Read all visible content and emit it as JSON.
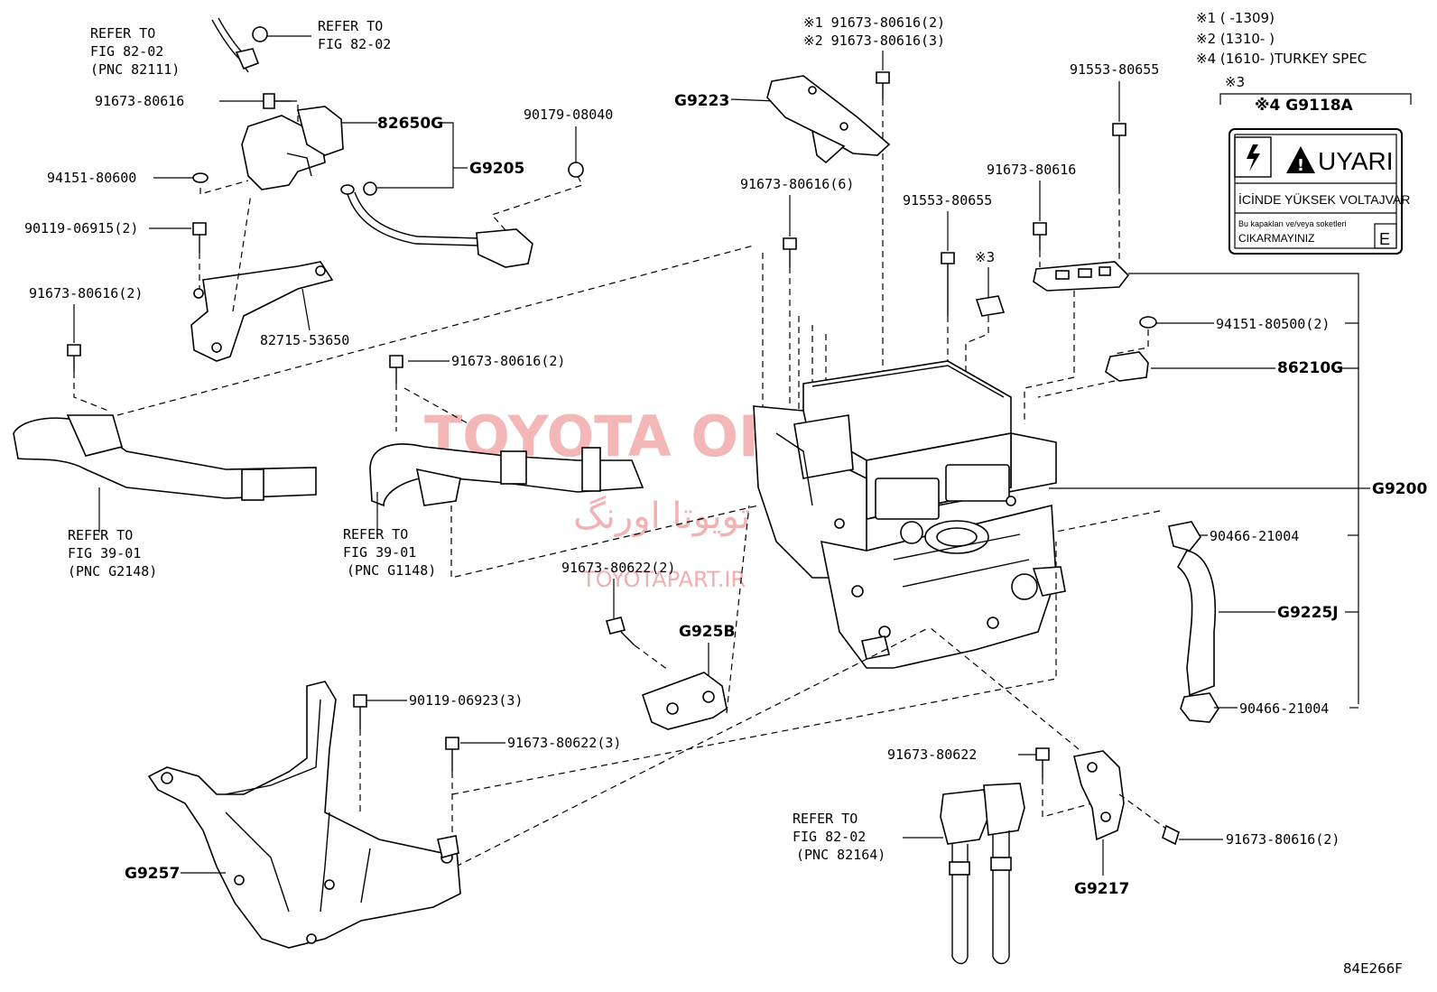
{
  "watermark": {
    "brand": "TOYOTA ORING",
    "persian": "تویوتا اورنگ",
    "site": "TOYOTAPART.IR"
  },
  "legend": {
    "note1": "※1 (      -1309)",
    "note2": "※2 (1310-      )",
    "note4": "※4 (1610-      )TURKEY SPEC",
    "note3": "※3"
  },
  "label_plate": {
    "code": "※4 G9118A",
    "title": "UYARI",
    "line1": "İCİNDE YÜKSEK VOLTAJVAR",
    "line2": "Bu kapakları ve/veya soketleri",
    "line3": "CIKARMAYINIZ",
    "corner": "E"
  },
  "refs": {
    "r1": [
      "REFER TO",
      "FIG 82-02",
      "(PNC 82111)"
    ],
    "r2": [
      "REFER TO",
      "FIG 82-02"
    ],
    "r3": [
      "REFER TO",
      "FIG 39-01",
      "(PNC G2148)"
    ],
    "r4": [
      "REFER TO",
      "FIG 39-01",
      "(PNC G1148)"
    ],
    "r5": [
      "REFER TO",
      "FIG 82-02",
      "(PNC 82164)"
    ]
  },
  "parts": {
    "p_91673_80616_a": "91673-80616",
    "p_82650G": "82650G",
    "p_G9205": "G9205",
    "p_90179_08040": "90179-08040",
    "p_94151_80600": "94151-80600",
    "p_90119_06915": "90119-06915(2)",
    "p_91673_80616_2a": "91673-80616(2)",
    "p_82715_53650": "82715-53650",
    "p_91673_80616_2b": "91673-80616(2)",
    "p_s1": "※1 91673-80616(2)",
    "p_s2": "※2 91673-80616(3)",
    "p_G9223": "G9223",
    "p_91673_80616_6": "91673-80616(6)",
    "p_91553_80655_a": "91553-80655",
    "p_91553_80655_b": "91553-80655",
    "p_s3": "※3",
    "p_91673_80616_b": "91673-80616",
    "p_94151_80500": "94151-80500(2)",
    "p_86210G": "86210G",
    "p_G9200": "G9200",
    "p_90466_21004_a": "90466-21004",
    "p_G9225J": "G9225J",
    "p_90466_21004_b": "90466-21004",
    "p_91673_80622_2": "91673-80622(2)",
    "p_G925B": "G925B",
    "p_90119_06923": "90119-06923(3)",
    "p_91673_80622_3": "91673-80622(3)",
    "p_G9257": "G9257",
    "p_91673_80622": "91673-80622",
    "p_91673_80616_2c": "91673-80616(2)",
    "p_G9217": "G9217"
  },
  "figure_code": "84E266F"
}
